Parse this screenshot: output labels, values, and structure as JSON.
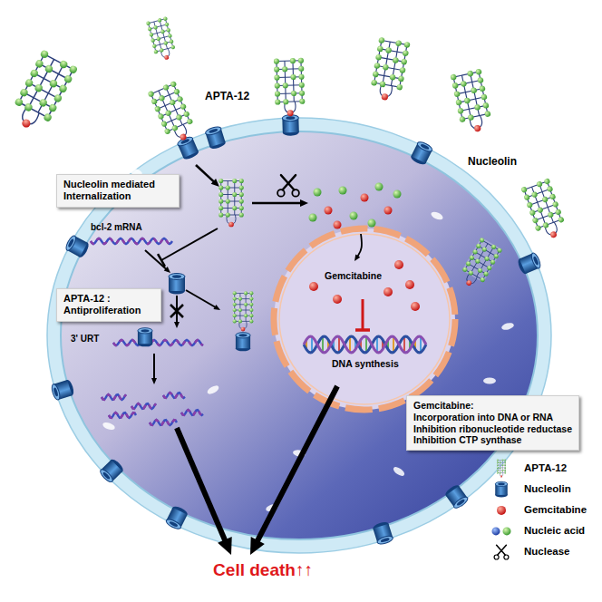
{
  "diagram": {
    "nodes": [
      {
        "text": [
          "Nucleolin mediated Internalization"
        ]
      },
      {
        "text": [
          "APTA-12 : Antiproliferation"
        ]
      },
      {
        "text": [
          "Gemcitabine:",
          "Incorporation into DNA or RNA",
          "Inhibition ribonucleotide reductase",
          "Inhibition CTP synthase"
        ]
      }
    ],
    "labels": [
      "APTA-12",
      "Nucleolin",
      "bcl-2 mRNA",
      "Gemcitabine",
      "3' URT",
      "DNA synthesis",
      "Cell death↑↑"
    ],
    "legend": [
      {
        "text": "APTA-12"
      },
      {
        "text": "Nucleolin"
      },
      {
        "text": "Gemcitabine"
      },
      {
        "text": "Nucleic acid"
      },
      {
        "text": "Nuclease"
      }
    ]
  }
}
